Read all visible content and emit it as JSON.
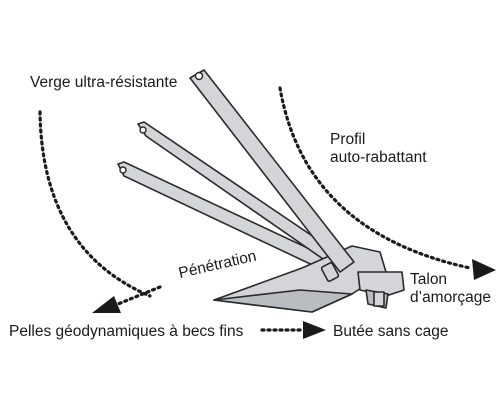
{
  "labels": {
    "shank": "Verge ultra-résistante",
    "profile_line1": "Profil",
    "profile_line2": "auto-rabattant",
    "penetration": "Pénétration",
    "heel_line1": "Talon",
    "heel_line2": "d’amorçage",
    "flukes": "Pelles géodynamiques à becs fins",
    "stop": "Butée sans cage"
  },
  "colors": {
    "steel": "#d3d5d8",
    "outline": "#2a2a2a",
    "text": "#1a1a1a"
  }
}
